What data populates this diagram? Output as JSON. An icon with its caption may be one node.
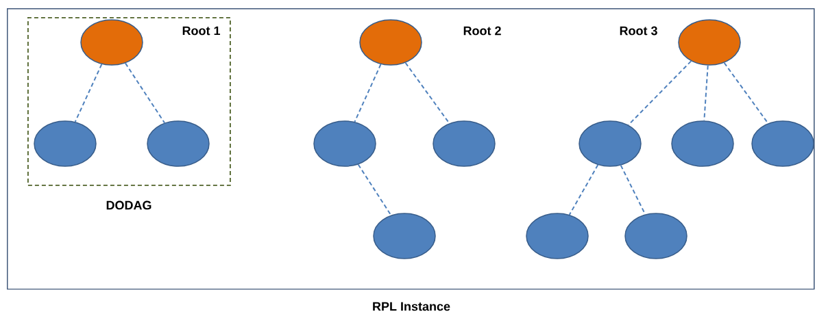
{
  "diagram": {
    "nodes": [
      {
        "text": [
          "RPL Instance"
        ]
      },
      {
        "text": [
          "DODAG"
        ],
        "in": 0
      },
      {
        "text": [],
        "shape": "circle",
        "beside": [
          "Root 1"
        ],
        "in": 1
      },
      {
        "text": [],
        "shape": "circle",
        "in": 1
      },
      {
        "text": [],
        "shape": "circle",
        "in": 1
      },
      {
        "text": [],
        "shape": "circle",
        "beside": [
          "Root 2"
        ],
        "in": 0
      },
      {
        "text": [],
        "shape": "circle",
        "in": 0
      },
      {
        "text": [],
        "shape": "circle",
        "in": 0
      },
      {
        "text": [],
        "shape": "circle",
        "in": 0
      },
      {
        "text": [],
        "shape": "circle",
        "beside": [
          "Root 3"
        ],
        "in": 0
      },
      {
        "text": [],
        "shape": "circle",
        "in": 0
      },
      {
        "text": [],
        "shape": "circle",
        "in": 0
      },
      {
        "text": [],
        "shape": "circle",
        "in": 0
      },
      {
        "text": [],
        "shape": "circle",
        "in": 0
      },
      {
        "text": [],
        "shape": "circle",
        "in": 0
      }
    ],
    "edges": [
      {
        "from": 2,
        "to": 3,
        "arrow": "none",
        "style": "dashed"
      },
      {
        "from": 2,
        "to": 4,
        "arrow": "none",
        "style": "dashed"
      },
      {
        "from": 5,
        "to": 6,
        "arrow": "none",
        "style": "dashed"
      },
      {
        "from": 5,
        "to": 7,
        "arrow": "none",
        "style": "dashed"
      },
      {
        "from": 6,
        "to": 8,
        "arrow": "none",
        "style": "dashed"
      },
      {
        "from": 9,
        "to": 10,
        "arrow": "none",
        "style": "dashed"
      },
      {
        "from": 9,
        "to": 11,
        "arrow": "none",
        "style": "dashed"
      },
      {
        "from": 9,
        "to": 12,
        "arrow": "none",
        "style": "dashed"
      },
      {
        "from": 10,
        "to": 13,
        "arrow": "none",
        "style": "dashed"
      },
      {
        "from": 10,
        "to": 14,
        "arrow": "none",
        "style": "dashed"
      }
    ]
  }
}
